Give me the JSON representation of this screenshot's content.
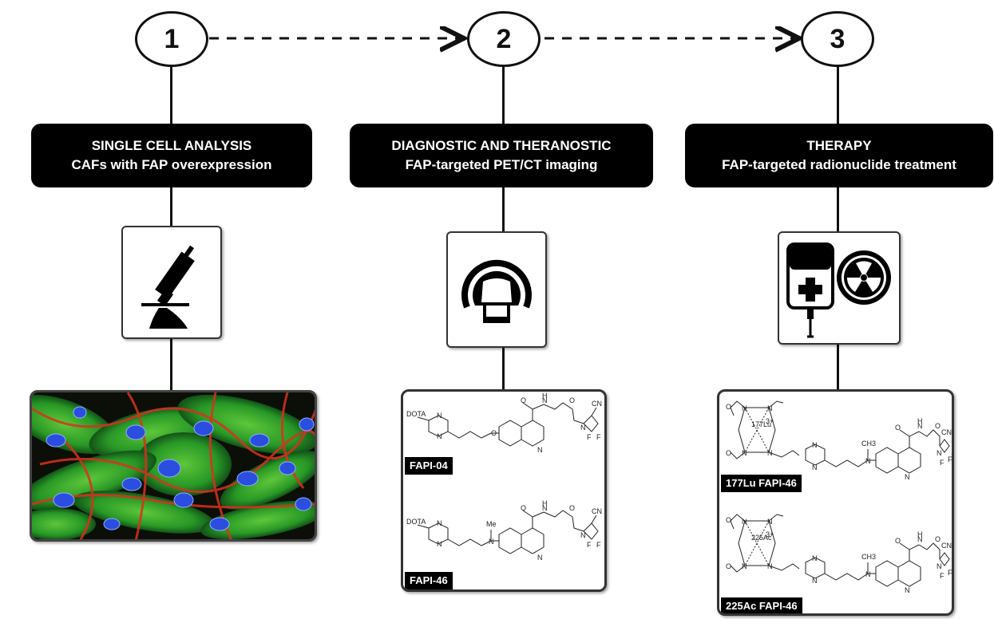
{
  "steps": [
    {
      "number": "1",
      "title": "SINGLE CELL ANALYSIS",
      "subtitle": "CAFs with FAP overexpression",
      "icon": "microscope-icon"
    },
    {
      "number": "2",
      "title": "DIAGNOSTIC AND THERANOSTIC",
      "subtitle": "FAP-targeted PET/CT imaging",
      "icon": "pet-ct-scanner-icon",
      "compounds": [
        {
          "label": "FAPI-04",
          "chelator": "DOTA"
        },
        {
          "label": "FAPI-46",
          "chelator": "DOTA",
          "substituent": "Me"
        }
      ]
    },
    {
      "number": "3",
      "title": "THERAPY",
      "subtitle": "FAP-targeted radionuclide treatment",
      "icon": "iv-bag-radiation-icon",
      "compounds": [
        {
          "label": "177Lu FAPI-46",
          "metal": "177Lu",
          "charge": "3+",
          "substituent": "CH3"
        },
        {
          "label": "225Ac FAPI-46",
          "metal": "225Ac",
          "charge": "3+",
          "substituent": "CH3"
        }
      ]
    }
  ],
  "chem_labels": {
    "n": "N",
    "o": "O",
    "h": "H",
    "f": "F",
    "cn": "CN"
  },
  "colors": {
    "banner_bg": "#000000",
    "banner_text": "#ffffff",
    "cell_green": "#2fae2a",
    "cell_red": "#d8321e",
    "cell_blue": "#2b4de0"
  }
}
